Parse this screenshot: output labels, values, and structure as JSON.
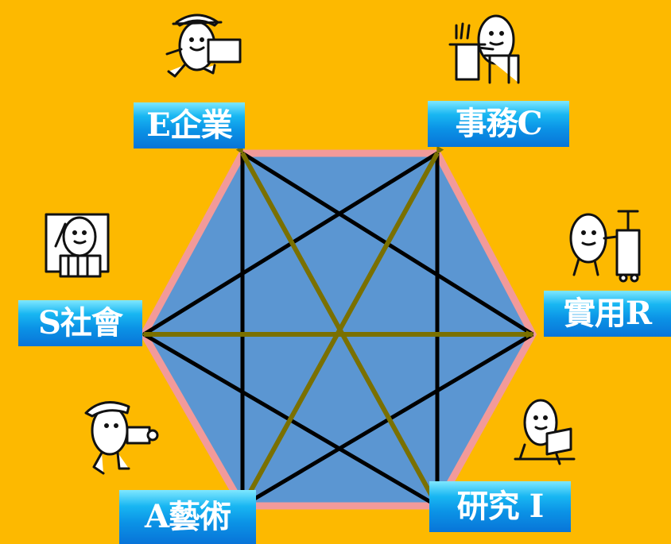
{
  "labels": {
    "enterprising": "E企業",
    "conventional": "事務C",
    "social": "S社會",
    "realistic": "實用R",
    "artistic": "A藝術",
    "investigative": "研究 I"
  },
  "colors": {
    "background": "#FDB900",
    "hexagon_fill": "#5B96D2",
    "hexagon_border": "#F29A9A",
    "black_lines": "#000000",
    "arrow_lines": "#7A7000",
    "label_gradient_top": "#7fe7ff",
    "label_gradient_bottom": "#0874d8",
    "label_text": "#ffffff"
  },
  "icons": {
    "enterprising": "egg-character-carrying-box-icon",
    "conventional": "egg-character-at-desk-icon",
    "social": "egg-character-teaching-at-board-icon",
    "realistic": "egg-character-with-machine-icon",
    "artistic": "egg-character-with-camera-icon",
    "investigative": "egg-character-reading-book-icon"
  }
}
